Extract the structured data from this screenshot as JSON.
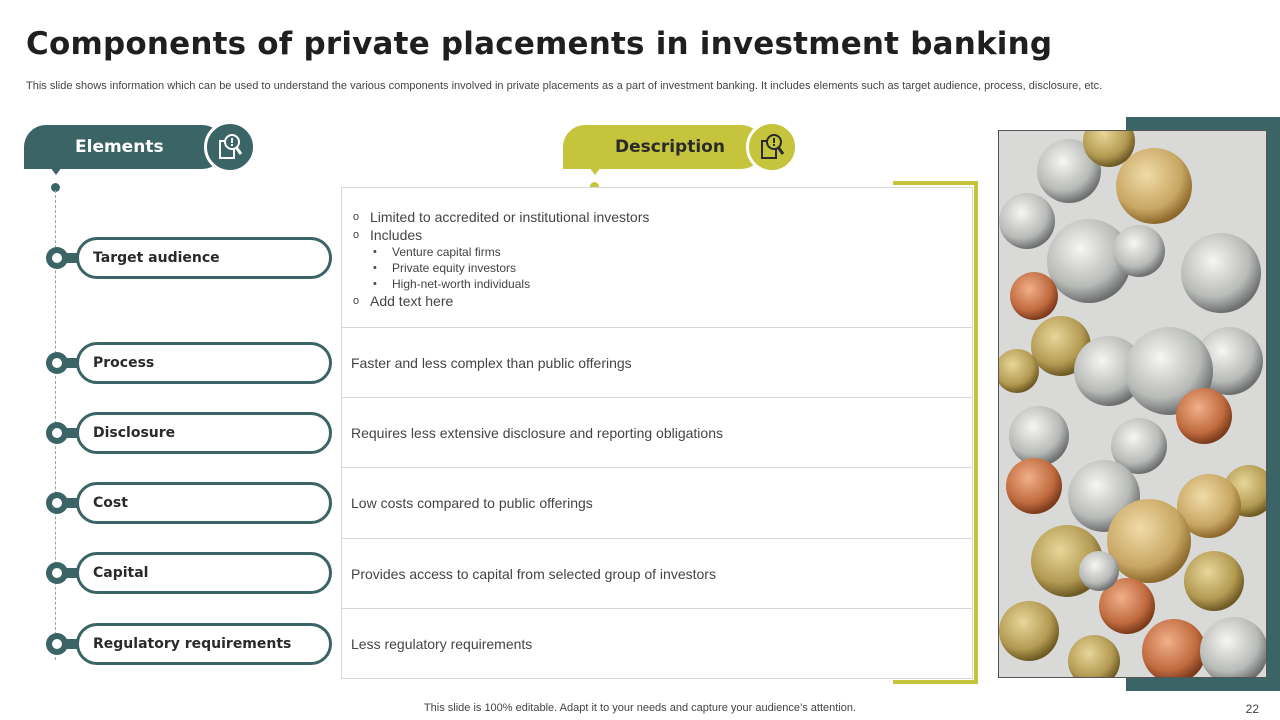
{
  "title": "Components of private placements in investment banking",
  "subtitle": "This slide shows information which can be used to understand the various components involved in private placements as a part of investment banking. It includes elements such as target audience,  process, disclosure, etc.",
  "headers": {
    "elements": "Elements",
    "description": "Description"
  },
  "elements": [
    {
      "label": "Target audience"
    },
    {
      "label": "Process"
    },
    {
      "label": "Disclosure"
    },
    {
      "label": "Cost"
    },
    {
      "label": "Capital"
    },
    {
      "label": "Regulatory requirements"
    }
  ],
  "target_audience": {
    "bullet1": "Limited to accredited or institutional investors",
    "bullet2": "Includes",
    "sub": [
      "Venture capital firms",
      "Private  equity investors",
      "High-net-worth  individuals"
    ],
    "bullet3": "Add text here"
  },
  "descriptions": [
    "Faster and less complex than public offerings",
    "Requires less extensive disclosure and reporting obligations",
    "Low costs compared to public offerings",
    "Provides access to capital from selected group of investors",
    "Less regulatory requirements"
  ],
  "footer": "This slide is 100% editable. Adapt it to your needs and capture your audience’s attention.",
  "page_number": "22",
  "colors": {
    "teal": "#3b6466",
    "olive": "#c6c43c"
  },
  "icons": {
    "elements": "magnifier-document-icon",
    "description": "alert-document-icon"
  }
}
